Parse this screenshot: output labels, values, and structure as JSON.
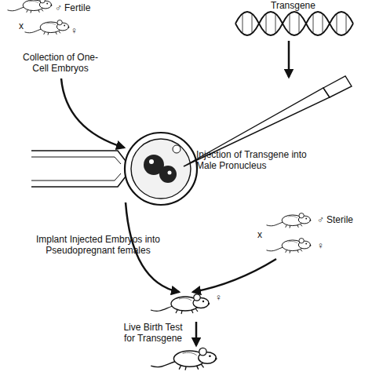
{
  "diagram": {
    "labels": [
      "♂",
      "Fertile",
      "x",
      "♀",
      "Transgene",
      "Collection of One-Cell Embryos",
      "Injection of Transgene into Male Pronucleus",
      "♂",
      "Sterile",
      "x",
      "♀",
      "Implant Injected Embryos into Pseudopregnant females",
      "♀",
      "Live Birth Test for Transgene"
    ]
  }
}
